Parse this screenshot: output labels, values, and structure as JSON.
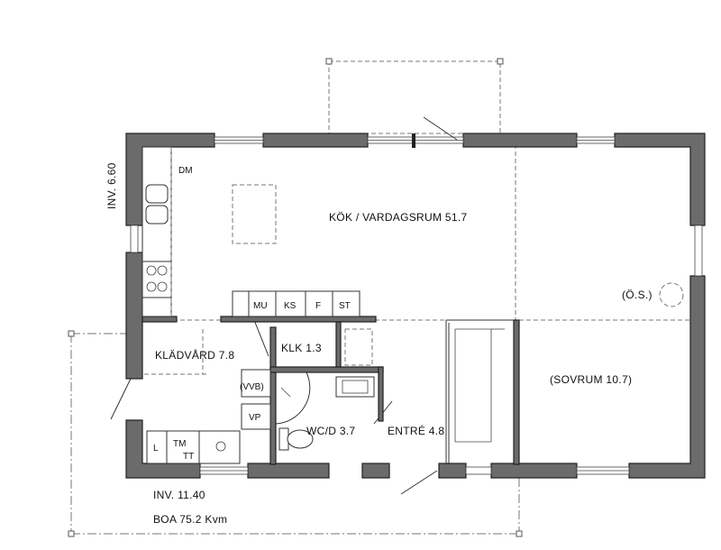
{
  "rooms": {
    "kitchen_living": "KÖK / VARDAGSRUM 51.7",
    "bedroom": "(SOVRUM 10.7)",
    "dressing": "KLÄDVÅRD 7.8",
    "closet": "KLK 1.3",
    "wc": "WC/D 3.7",
    "entry": "ENTRÉ 4.8",
    "loft_stair": "(Ö.S.)"
  },
  "fixtures": {
    "dishwasher": "DM",
    "microwave": "MU",
    "fridge_freezer": "KS",
    "freezer": "F",
    "storage": "ST",
    "water_heater": "(VVB)",
    "heat_pump": "VP",
    "laundry_l": "L",
    "tumble_dryer": "TM",
    "drying_cabinet": "TT"
  },
  "dimensions": {
    "depth": "INV. 6.60",
    "width": "INV. 11.40",
    "living_area": "BOA 75.2 Kvm"
  }
}
